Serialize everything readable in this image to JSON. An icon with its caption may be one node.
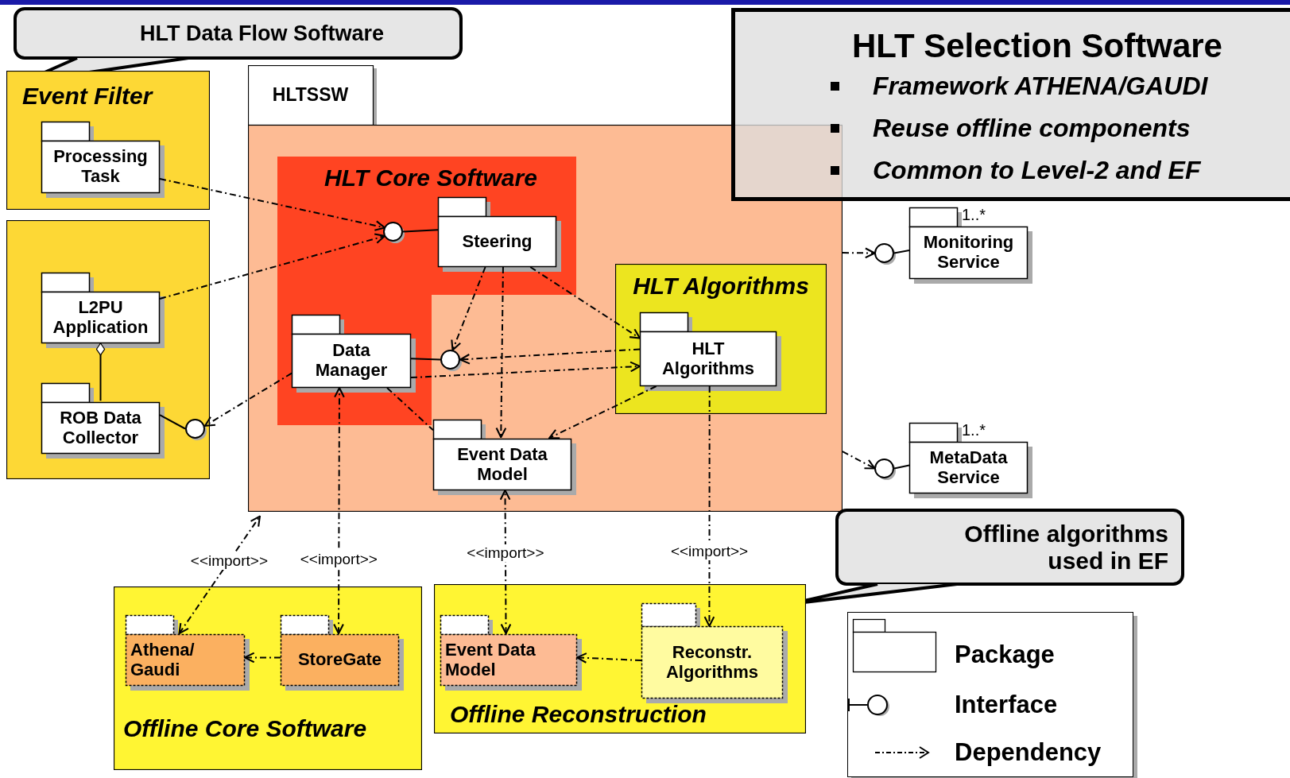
{
  "diagram": {
    "nodes": [
      {
        "text": [
          "HLT Data Flow Software"
        ]
      },
      {
        "text": [
          "Event Filter"
        ]
      },
      {
        "text": [
          "Processing Task"
        ],
        "in": 1
      },
      {
        "text": [],
        "shape": "box"
      },
      {
        "text": [
          "L2PU Application"
        ],
        "in": 3
      },
      {
        "text": [
          "ROB Data Collector"
        ],
        "in": 3
      },
      {
        "text": [],
        "shape": "circle",
        "in": 3
      },
      {
        "text": [
          "HLTSSW"
        ]
      },
      {
        "text": [
          "HLT Core Software"
        ],
        "in": 7
      },
      {
        "text": [
          "Steering"
        ],
        "in": 8
      },
      {
        "text": [],
        "shape": "circle",
        "in": 8
      },
      {
        "text": [
          "Data Manager"
        ],
        "in": 8
      },
      {
        "text": [],
        "shape": "circle",
        "in": 7
      },
      {
        "text": [
          "HLT Algorithms"
        ],
        "in": 7
      },
      {
        "text": [
          "HLT Algorithms"
        ],
        "in": 13
      },
      {
        "text": [
          "Event Data Model"
        ],
        "in": 7
      },
      {
        "text": [
          "HLT Selection Software",
          "Framework ATHENA/GAUDI",
          "Reuse offline components",
          "Common to Level-2 and EF"
        ]
      },
      {
        "text": [
          "Monitoring Service"
        ],
        "beside": [
          "1..*"
        ]
      },
      {
        "text": [],
        "shape": "circle"
      },
      {
        "text": [
          "MetaData Service"
        ],
        "beside": [
          "1..*"
        ]
      },
      {
        "text": [],
        "shape": "circle"
      },
      {
        "text": [
          "Offline algorithms used in EF"
        ]
      },
      {
        "text": [
          "Offline Core Software"
        ]
      },
      {
        "text": [
          "Athena/ Gaudi"
        ],
        "in": 22
      },
      {
        "text": [
          "StoreGate"
        ],
        "in": 22
      },
      {
        "text": [
          "Offline Reconstruction"
        ]
      },
      {
        "text": [
          "Event Data Model"
        ],
        "in": 25
      },
      {
        "text": [
          "Reconstr. Algorithms"
        ],
        "in": 25
      }
    ],
    "edges": [
      {
        "from": 2,
        "to": 10,
        "arrow": "to",
        "style": "dashed"
      },
      {
        "from": 4,
        "to": 10,
        "arrow": "to",
        "style": "dashed"
      },
      {
        "from": 10,
        "to": 9,
        "arrow": "none"
      },
      {
        "from": 4,
        "to": 5,
        "arrow": "other"
      },
      {
        "from": 5,
        "to": 6,
        "arrow": "none"
      },
      {
        "from": 11,
        "to": 6,
        "arrow": "to",
        "style": "dashed"
      },
      {
        "from": 11,
        "to": 12,
        "arrow": "none"
      },
      {
        "from": 9,
        "to": 12,
        "arrow": "to",
        "style": "dashed"
      },
      {
        "from": 14,
        "to": 12,
        "arrow": "to",
        "style": "dashed"
      },
      {
        "from": 9,
        "to": 14,
        "arrow": "to",
        "style": "dashed"
      },
      {
        "from": 11,
        "to": 14,
        "arrow": "to",
        "style": "dashed"
      },
      {
        "from": 9,
        "to": 15,
        "arrow": "to",
        "style": "dashed"
      },
      {
        "from": 11,
        "to": 15,
        "arrow": "none",
        "style": "dashed"
      },
      {
        "from": 14,
        "to": 15,
        "arrow": "to",
        "style": "dashed"
      },
      {
        "from": 7,
        "to": 18,
        "arrow": "to",
        "style": "dashed"
      },
      {
        "from": 18,
        "to": 17,
        "arrow": "none"
      },
      {
        "from": 7,
        "to": 20,
        "arrow": "to",
        "style": "dashed"
      },
      {
        "from": 20,
        "to": 19,
        "arrow": "none"
      },
      {
        "from": 23,
        "to": 7,
        "arrow": "both",
        "style": "dashed",
        "label": "<<import>>"
      },
      {
        "from": 24,
        "to": 11,
        "arrow": "both",
        "style": "dashed",
        "label": "<<import>>"
      },
      {
        "from": 26,
        "to": 15,
        "arrow": "both",
        "style": "dashed",
        "label": "<<import>>"
      },
      {
        "from": 14,
        "to": 27,
        "arrow": "to",
        "style": "dashed",
        "label": "<<import>>"
      },
      {
        "from": 24,
        "to": 23,
        "arrow": "to",
        "style": "dashed"
      },
      {
        "from": 27,
        "to": 26,
        "arrow": "to",
        "style": "dashed"
      }
    ],
    "legend": [
      {
        "text": "Package"
      },
      {
        "text": "Interface"
      },
      {
        "text": "Dependency"
      }
    ]
  }
}
